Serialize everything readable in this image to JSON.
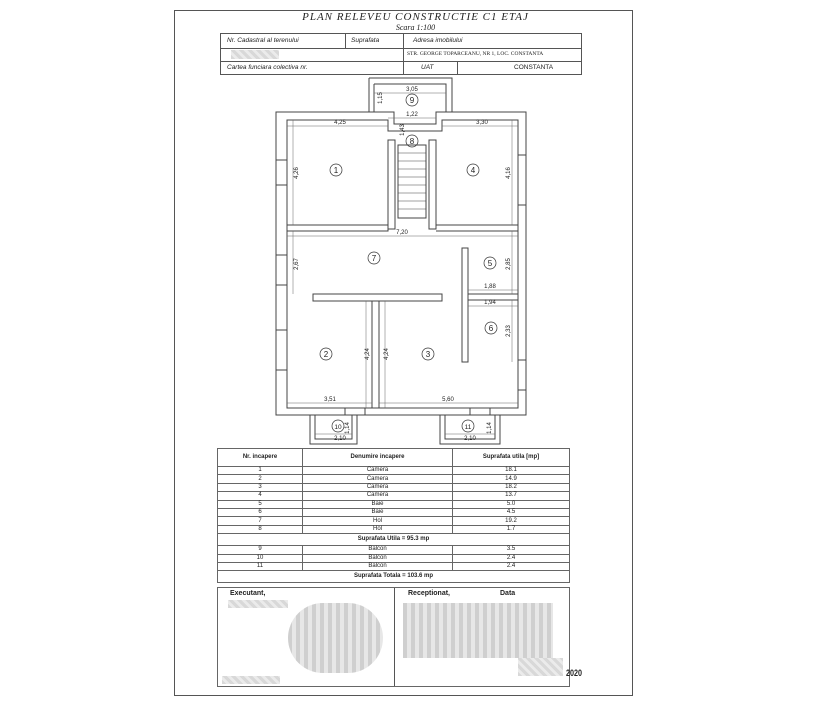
{
  "title": "PLAN RELEVEU CONSTRUCTIE C1 ETAJ",
  "scale": "Scara 1:100",
  "header": {
    "cadastral_label": "Nr. Cadastral al terenului",
    "surface_label": "Suprafata",
    "address_label": "Adresa imobilului",
    "address_value": "STR. GEORGE TOPARCEANU, NR 1, LOC. CONSTANTA",
    "land_book_label": "Cartea funciara colectiva nr.",
    "uat_label": "UAT",
    "uat_value": "CONSTANTA"
  },
  "plan": {
    "room_numbers": [
      "1",
      "2",
      "3",
      "4",
      "5",
      "6",
      "7",
      "8",
      "9",
      "10",
      "11"
    ],
    "dimensions": {
      "d305": "3,05",
      "d115": "1,15",
      "d122": "1,22",
      "d143": "1,43",
      "d425": "4,25",
      "d330": "3,30",
      "d426": "4,26",
      "d416": "4,16",
      "d720": "7,20",
      "d267": "2,67",
      "d285": "2,85",
      "d188": "1,88",
      "d194": "1,94",
      "d424a": "4,24",
      "d424b": "4,24",
      "d233": "2,33",
      "d351": "3,51",
      "d560": "5,60",
      "d210a": "2,10",
      "d114a": "1,14",
      "d210b": "2,10",
      "d114b": "1,14"
    }
  },
  "table": {
    "col_nr": "Nr. incapere",
    "col_name": "Denumire incapere",
    "col_area": "Suprafata utila [mp]",
    "rows_useful": [
      {
        "nr": "1",
        "name": "Camera",
        "area": "18.1"
      },
      {
        "nr": "2",
        "name": "Camera",
        "area": "14.9"
      },
      {
        "nr": "3",
        "name": "Camera",
        "area": "18.2"
      },
      {
        "nr": "4",
        "name": "Camera",
        "area": "13.7"
      },
      {
        "nr": "5",
        "name": "Baie",
        "area": "5.0"
      },
      {
        "nr": "6",
        "name": "Baie",
        "area": "4.5"
      },
      {
        "nr": "7",
        "name": "Hol",
        "area": "19.2"
      },
      {
        "nr": "8",
        "name": "Hol",
        "area": "1.7"
      }
    ],
    "useful_total": "Suprafata Utila = 95.3 mp",
    "rows_balcony": [
      {
        "nr": "9",
        "name": "Balcon",
        "area": "3.5"
      },
      {
        "nr": "10",
        "name": "Balcon",
        "area": "2.4"
      },
      {
        "nr": "11",
        "name": "Balcon",
        "area": "2.4"
      }
    ],
    "grand_total": "Suprafata Totala = 103.6 mp"
  },
  "footer": {
    "executant_label": "Executant,",
    "receptionat_label": "Receptionat,",
    "data_label": "Data",
    "year": "2020"
  }
}
